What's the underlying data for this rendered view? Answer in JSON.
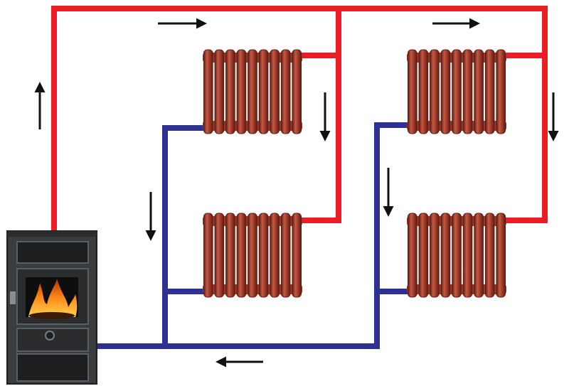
{
  "colors": {
    "background": "#ffffff",
    "hot_pipe": "#ec1c24",
    "cold_pipe": "#2e3192",
    "radiator": "#9e3a2a",
    "radiator_highlight": "#c45a44",
    "radiator_shadow": "#5e1d14",
    "arrow": "#111111",
    "boiler_body": "#3a3d40",
    "boiler_dark": "#1c1e20",
    "fire": "#ff8a1a"
  },
  "components": {
    "boiler": {
      "icon": "wood-stove-boiler-icon",
      "count": 1
    },
    "radiators": {
      "icon": "cast-iron-radiator-icon",
      "count": 4
    },
    "supply_pipe": {
      "color_key": "hot_pipe"
    },
    "return_pipe": {
      "color_key": "cold_pipe"
    },
    "flow_arrows": {
      "icon": "flow-direction-arrow-icon",
      "count": 8
    }
  }
}
